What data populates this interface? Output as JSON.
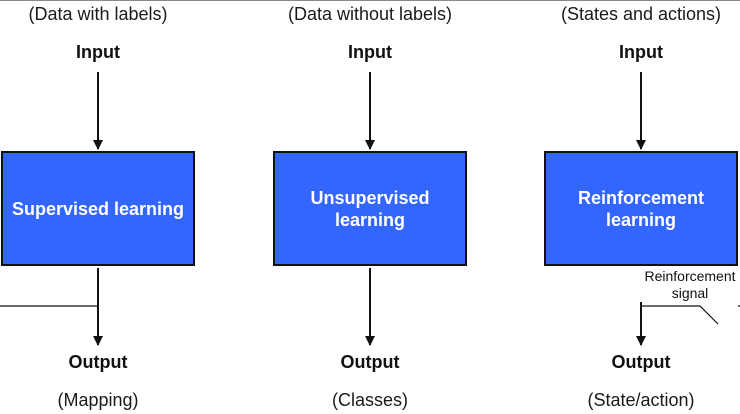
{
  "columns": [
    {
      "caption_top": "(Data with labels)",
      "input_label": "Input",
      "box_label": "Supervised learning",
      "output_label": "Output",
      "caption_bottom": "(Mapping)"
    },
    {
      "caption_top": "(Data without labels)",
      "input_label": "Input",
      "box_label": "Unsupervised\nlearning",
      "output_label": "Output",
      "caption_bottom": "(Classes)"
    },
    {
      "caption_top": "(States and actions)",
      "input_label": "Input",
      "box_label": "Reinforcement\nlearning",
      "output_label": "Output",
      "caption_bottom": "(State/action)"
    }
  ],
  "reinforcement_signal_label": "Reinforcement\nsignal",
  "colors": {
    "box_fill": "#3366ff",
    "box_text": "#ffffff",
    "stroke": "#111111"
  }
}
